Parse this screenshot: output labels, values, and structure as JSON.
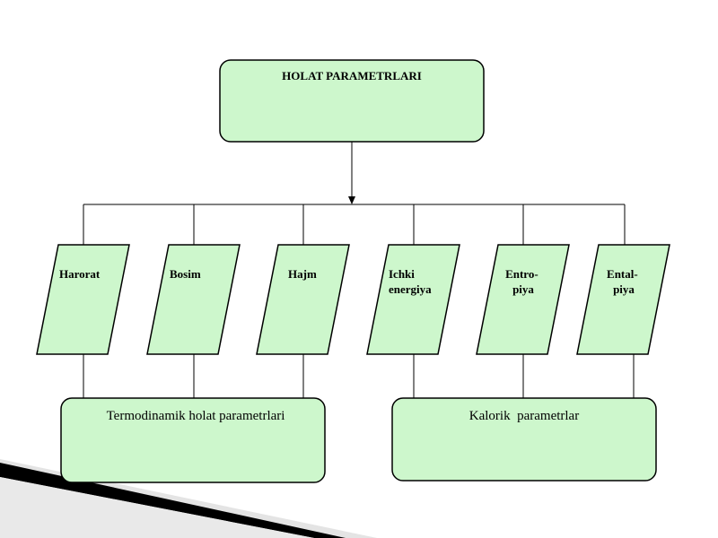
{
  "diagram": {
    "title": "HOLAT PARAMETRLARI",
    "parameters": [
      {
        "lines": [
          "Harorat"
        ]
      },
      {
        "lines": [
          "Bosim"
        ]
      },
      {
        "lines": [
          "Hajm"
        ]
      },
      {
        "lines": [
          "Ichki",
          "energiya"
        ]
      },
      {
        "lines": [
          "Entro-",
          "piya"
        ]
      },
      {
        "lines": [
          "Ental-",
          "piya"
        ]
      }
    ],
    "groups": [
      {
        "label": "Termodinamik holat parametrlari"
      },
      {
        "label": "Kalorik  parametrlar"
      }
    ],
    "colors": {
      "box_fill": "#cdf7cc",
      "stroke": "#000000",
      "corner_dark": "#000000",
      "corner_light": "#e4e4e4"
    }
  }
}
